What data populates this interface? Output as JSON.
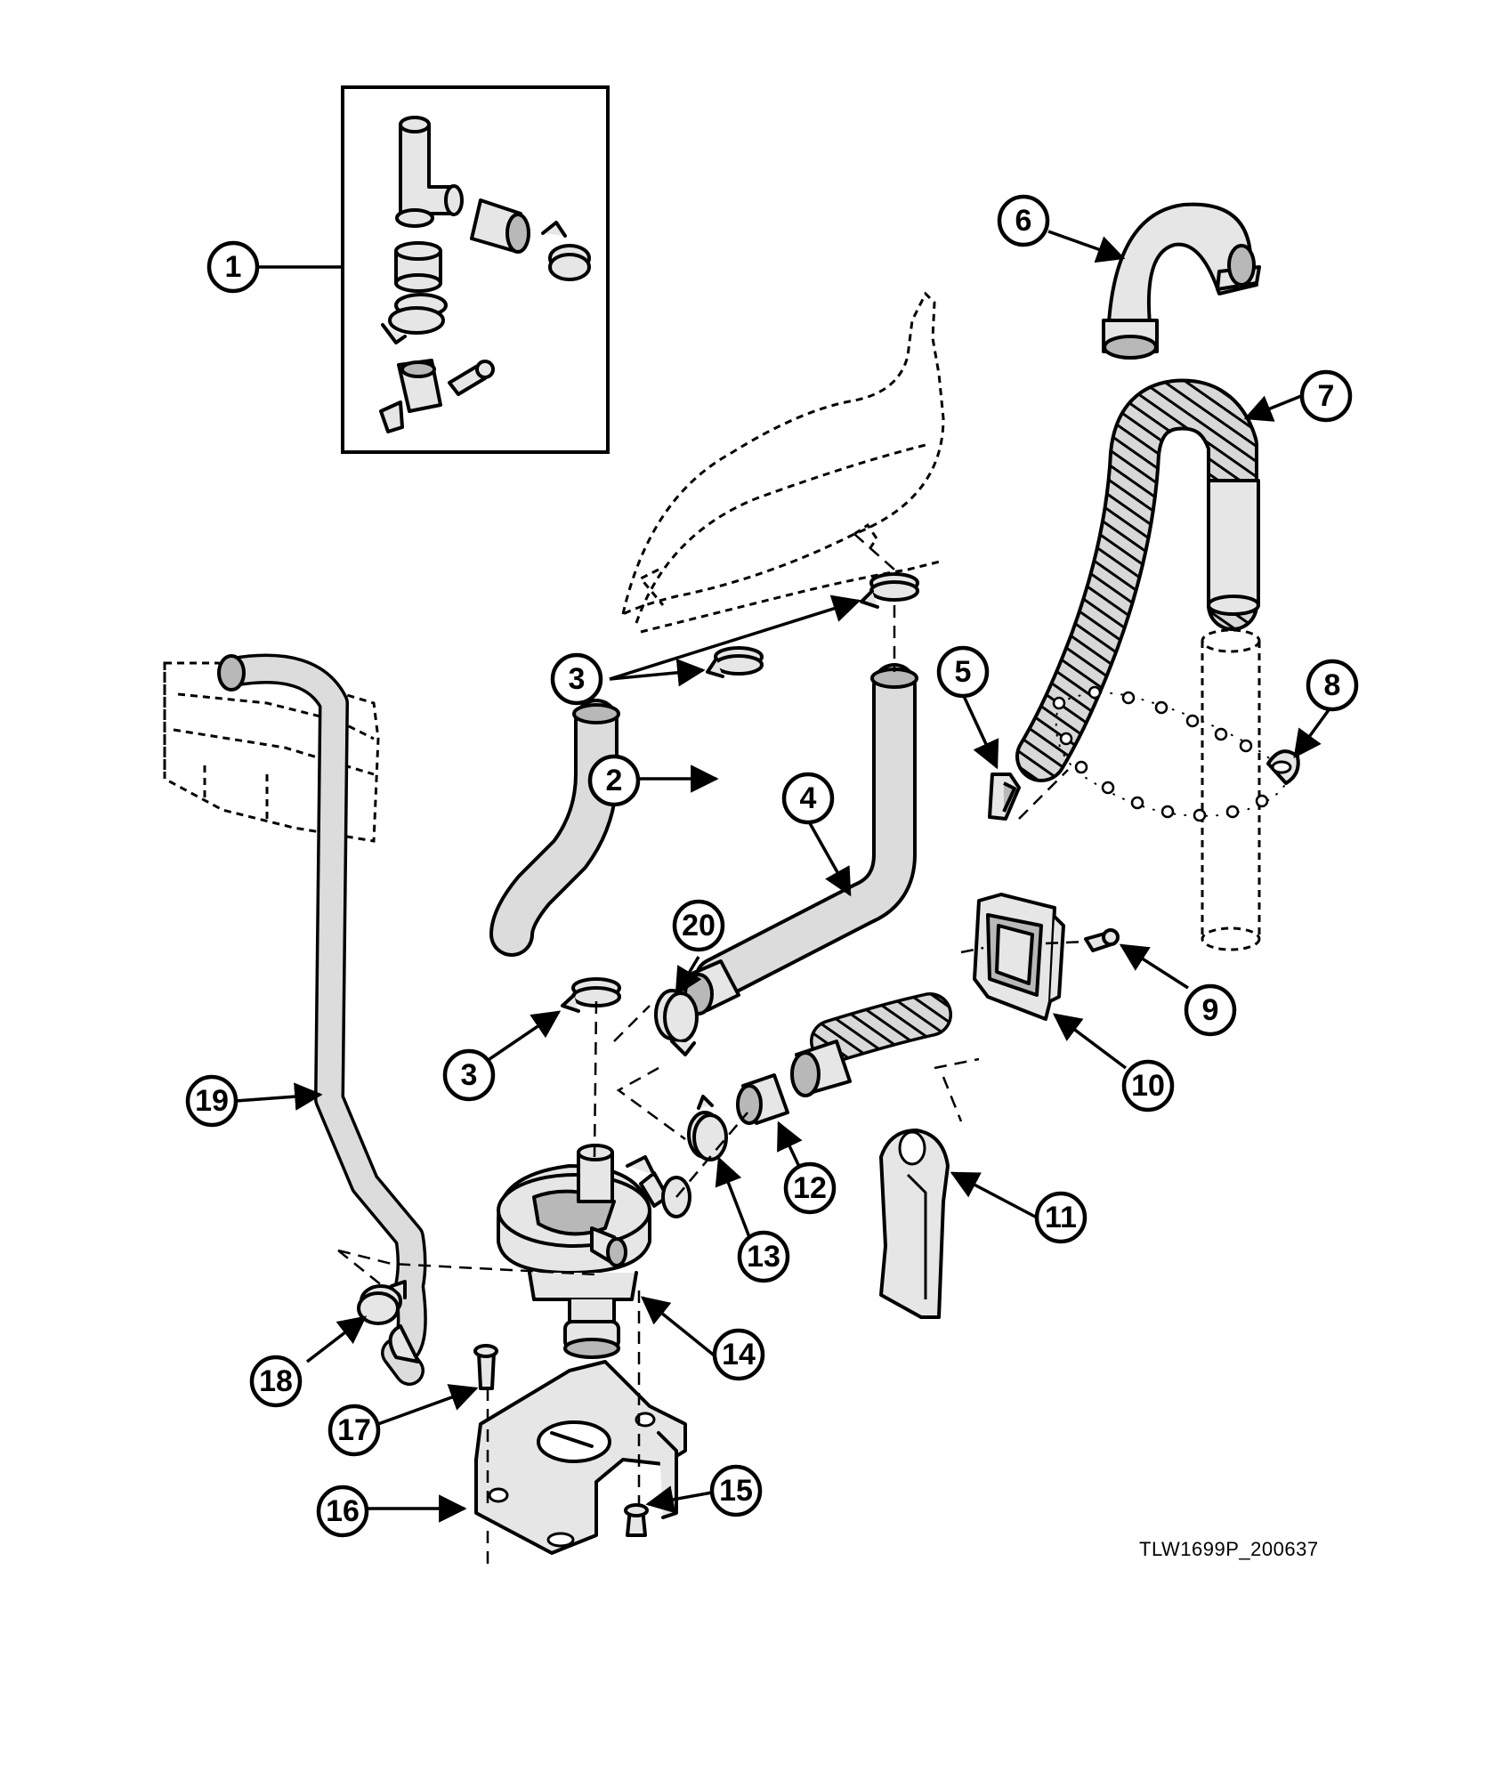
{
  "diagram": {
    "reference_code": "TLW1699P_200637",
    "callouts": [
      "1",
      "2",
      "3",
      "3",
      "4",
      "5",
      "6",
      "7",
      "8",
      "9",
      "10",
      "11",
      "12",
      "13",
      "14",
      "15",
      "16",
      "17",
      "18",
      "19",
      "20"
    ]
  }
}
